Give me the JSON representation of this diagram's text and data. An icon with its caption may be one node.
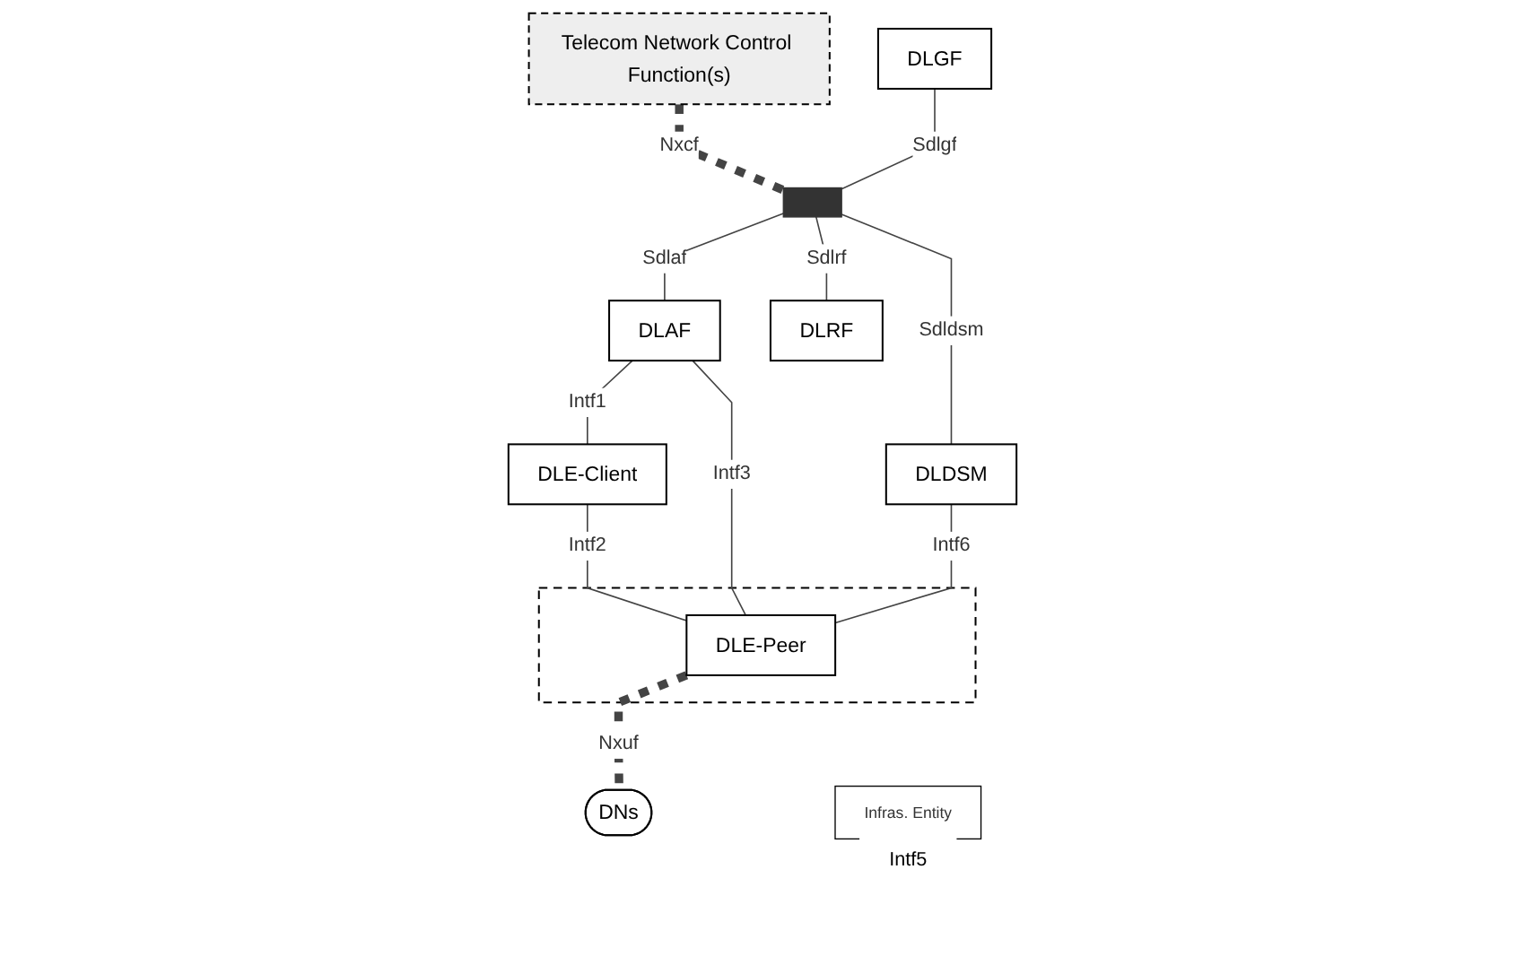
{
  "diagram": {
    "nodes": [
      {
        "text": [
          "Telecom Network Control Function(s)"
        ]
      },
      {
        "text": [
          "DLGF"
        ]
      },
      {
        "text": [],
        "shape": "bar"
      },
      {
        "text": [
          "DLAF"
        ]
      },
      {
        "text": [
          "DLRF"
        ]
      },
      {
        "text": [
          "DLDSM"
        ]
      },
      {
        "text": [
          "DLE-Client"
        ]
      },
      {
        "text": [],
        "shape": "box"
      },
      {
        "text": [
          "DLE-Peer"
        ],
        "in": 7
      },
      {
        "text": [
          "DNs"
        ]
      },
      {
        "text": [
          "Infras. Entity"
        ],
        "beside": [
          "Intf5"
        ]
      }
    ],
    "edges": [
      {
        "from": 0,
        "to": 2,
        "arrow": "none",
        "label": "Nxcf",
        "style": "dashed"
      },
      {
        "from": 1,
        "to": 2,
        "arrow": "none",
        "label": "Sdlgf"
      },
      {
        "from": 2,
        "to": 3,
        "arrow": "none",
        "label": "Sdlaf"
      },
      {
        "from": 2,
        "to": 4,
        "arrow": "none",
        "label": "Sdlrf"
      },
      {
        "from": 2,
        "to": 5,
        "arrow": "none",
        "label": "Sdldsm"
      },
      {
        "from": 3,
        "to": 6,
        "arrow": "none",
        "label": "Intf1"
      },
      {
        "from": 3,
        "to": 8,
        "arrow": "none",
        "label": "Intf3"
      },
      {
        "from": 5,
        "to": 8,
        "arrow": "none",
        "label": "Intf6"
      },
      {
        "from": 6,
        "to": 8,
        "arrow": "none",
        "label": "Intf2"
      },
      {
        "from": 8,
        "to": 9,
        "arrow": "none",
        "label": "Nxuf",
        "style": "dashed"
      }
    ]
  }
}
